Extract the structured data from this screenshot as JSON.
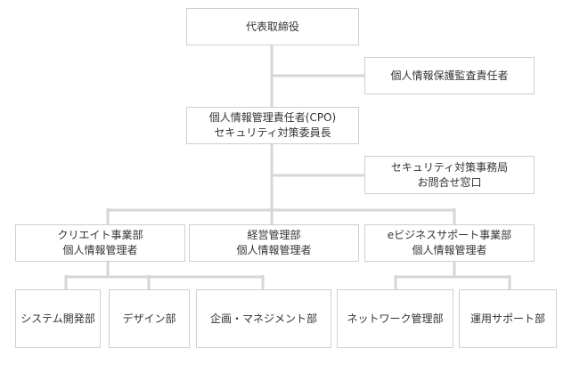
{
  "org": {
    "ceo": {
      "line1": "代表取締役"
    },
    "audit": {
      "line1": "個人情報保護監査責任者"
    },
    "cpo": {
      "line1": "個人情報管理責任者(CPO)",
      "line2": "セキュリティ対策委員長"
    },
    "secretariat": {
      "line1": "セキュリティ対策事務局",
      "line2": "お問合せ窓口"
    },
    "creative": {
      "line1": "クリエイト事業部",
      "line2": "個人情報管理者"
    },
    "management": {
      "line1": "経営管理部",
      "line2": "個人情報管理者"
    },
    "ebusiness": {
      "line1": "eビジネスサポート事業部",
      "line2": "個人情報管理者"
    },
    "system_dev": {
      "line1": "システム開発部"
    },
    "design": {
      "line1": "デザイン部"
    },
    "planning": {
      "line1": "企画・マネジメント部"
    },
    "network": {
      "line1": "ネットワーク管理部"
    },
    "ops_support": {
      "line1": "運用サポート部"
    }
  },
  "colors": {
    "line": "#d6d6d6",
    "border": "#cfcfcf",
    "text": "#333333"
  }
}
